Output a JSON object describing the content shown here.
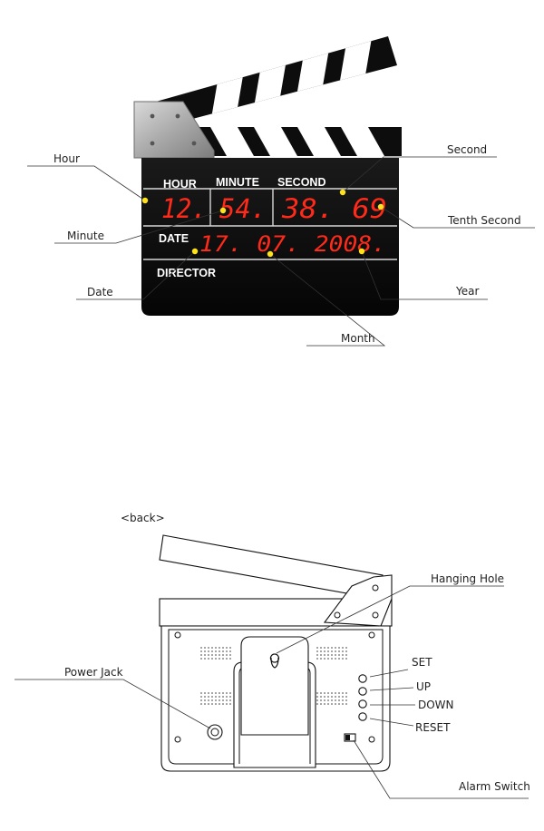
{
  "front": {
    "panel": {
      "hour_label": "HOUR",
      "minute_label": "MINUTE",
      "second_label": "SECOND",
      "date_label": "DATE",
      "director_label": "DIRECTOR"
    },
    "display": {
      "hour": "12.",
      "minute": "54.",
      "second": "38. 69",
      "date": "17. 07. 2008."
    },
    "callouts": {
      "hour": "Hour",
      "minute": "Minute",
      "date": "Date",
      "second": "Second",
      "tenth_second": "Tenth Second",
      "year": "Year",
      "month": "Month"
    },
    "colors": {
      "led": "#ff2a1a",
      "pointer_dot": "#ffe21a",
      "board": "#0d0d0d"
    }
  },
  "back": {
    "title": "<back>",
    "callouts": {
      "hanging_hole": "Hanging Hole",
      "power_jack": "Power Jack",
      "set": "SET",
      "up": "UP",
      "down": "DOWN",
      "reset": "RESET",
      "alarm_switch": "Alarm Switch"
    }
  }
}
